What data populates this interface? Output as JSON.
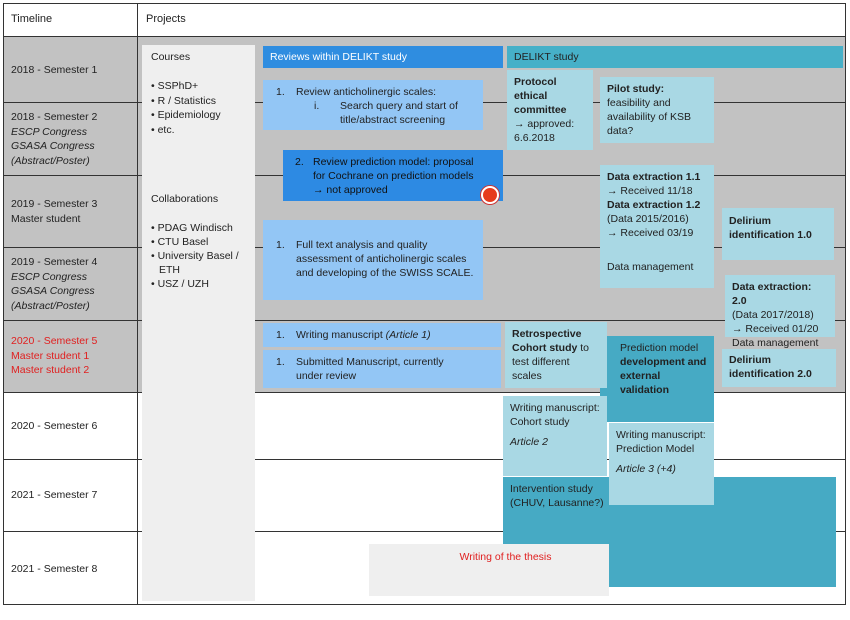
{
  "header": {
    "timeline": "Timeline",
    "projects": "Projects"
  },
  "timeline": [
    {
      "label": "2018 - Semester 1",
      "sub": [],
      "red": false
    },
    {
      "label": "2018 - Semester 2",
      "sub": [
        "ESCP Congress",
        "GSASA Congress",
        "(Abstract/Poster)"
      ],
      "italic": true,
      "red": false
    },
    {
      "label": "2019 - Semester 3",
      "sub": [
        "Master student"
      ],
      "italic": false,
      "red": false
    },
    {
      "label": "2019 - Semester 4",
      "sub": [
        "ESCP Congress",
        "GSASA Congress",
        "(Abstract/Poster)"
      ],
      "italic": true,
      "red": false
    },
    {
      "label": "2020 - Semester 5",
      "sub": [
        "Master student 1",
        "Master student 2"
      ],
      "italic": false,
      "red": true
    },
    {
      "label": "2020 - Semester 6",
      "sub": [],
      "red": false
    },
    {
      "label": "2021 - Semester 7",
      "sub": [],
      "red": false
    },
    {
      "label": "2021 - Semester 8",
      "sub": [],
      "red": false
    }
  ],
  "courses": {
    "title": "Courses",
    "items": [
      "SSPhD+",
      "R / Statistics",
      "Epidemiology",
      "etc."
    ],
    "collab_title": "Collaborations",
    "collab_items": [
      "PDAG Windisch",
      "CTU Basel",
      "University Basel / ETH",
      "USZ / UZH"
    ]
  },
  "reviews_header": "Reviews within DELIKT study",
  "delikt_header": "DELIKT study",
  "review1": {
    "num": "1.",
    "text": "Review anticholinergic scales:",
    "sub_num": "i.",
    "sub_text": "Search query and start of title/abstract screening"
  },
  "review2": {
    "num": "2.",
    "line1": "Review prediction model: proposal",
    "line2": "for Cochrane on prediction models",
    "line3": "→ not approved"
  },
  "review3": {
    "num": "1.",
    "text": "Full text analysis and quality assessment of anticholinergic scales and developing of the SWISS SCALE."
  },
  "manuscript1": {
    "num": "1.",
    "text": "Writing manuscript ",
    "article": "(Article 1)"
  },
  "manuscript2": {
    "num": "1.",
    "text": "Submitted Manuscript, currently under review"
  },
  "protocol": {
    "title": "Protocol ethical committee",
    "arrow": "→ approved:",
    "date": "6.6.2018"
  },
  "pilot": {
    "title": "Pilot study:",
    "text": "feasibility and availability of KSB data?"
  },
  "extraction1": {
    "t1": "Data extraction 1.1",
    "r1": "→ Received 11/18",
    "t2": "Data extraction 1.2",
    "d2": "(Data 2015/2016)",
    "r2": "→ Received 03/19",
    "dm": "Data management"
  },
  "delirium1": "Delirium identification 1.0",
  "extraction2": {
    "t": "Data extraction: 2.0",
    "d": "(Data 2017/2018)",
    "r": "→ Received 01/20",
    "dm": "Data management"
  },
  "retro": {
    "title": "Retrospective Cohort study",
    "rest": " to test different scales"
  },
  "prediction": {
    "line1": "Prediction model",
    "line2": "development and external validation"
  },
  "delirium2": "Delirium identification 2.0",
  "write_cohort": {
    "text": "Writing manuscript: Cohort study",
    "article": "Article 2"
  },
  "write_pred": {
    "text": "Writing manuscript: Prediction Model",
    "article": "Article 3 (+4)"
  },
  "intervention": "Intervention study (CHUV, Lausanne?)",
  "thesis": "Writing of the thesis",
  "colors": {
    "band": "#c2c2c2",
    "blue_head": "#2f8de0",
    "teal_head": "#46b0c8",
    "red": "#e02020"
  }
}
